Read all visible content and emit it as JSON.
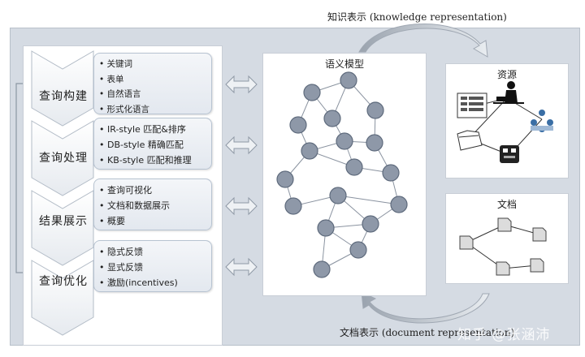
{
  "top_label": "知识表示 (knowledge representation)",
  "bottom_label": "文档表示 (document representation)",
  "watermark": "知乎 @张涵沛",
  "stages": [
    {
      "label": "查询构建",
      "items": [
        "关键词",
        "表单",
        "自然语言",
        "形式化语言"
      ]
    },
    {
      "label": "查询处理",
      "items": [
        "IR-style 匹配&排序",
        "DB-style 精确匹配",
        "KB-style 匹配和推理"
      ]
    },
    {
      "label": "结果展示",
      "items": [
        "查询可视化",
        "文档和数据展示",
        "概要"
      ]
    },
    {
      "label": "查询优化",
      "items": [
        "隐式反馈",
        "显式反馈",
        "激励(incentives)"
      ]
    }
  ],
  "semantic_model": {
    "title": "语义模型"
  },
  "resources": {
    "title": "资源"
  },
  "documents": {
    "title": "文档"
  },
  "icons": [
    "double-arrow-icon",
    "database-icon",
    "person-computer-icon",
    "people-network-icon",
    "folder-icon",
    "robot-icon",
    "document-icon"
  ],
  "colors": {
    "node_fill": "#8e98a8",
    "node_stroke": "#5f6b7d",
    "arrow_fill": "#e9ecf0"
  }
}
